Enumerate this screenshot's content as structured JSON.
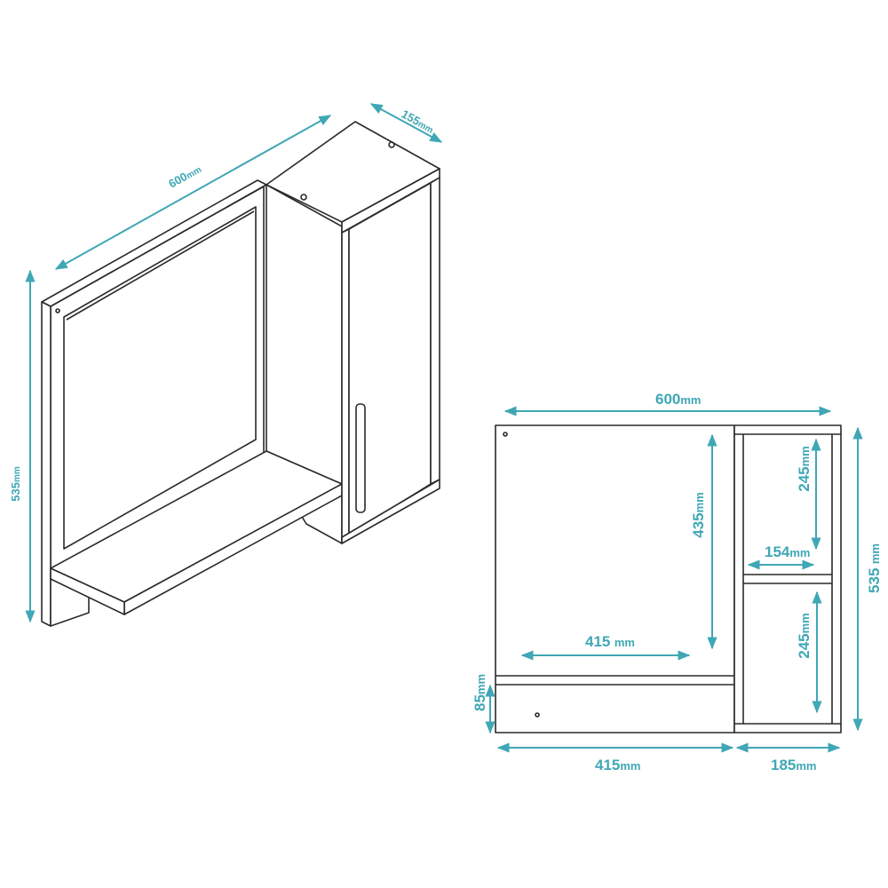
{
  "colors": {
    "dimension": "#3fa7b5",
    "outline": "#2a2a2a"
  },
  "isometric_view": {
    "width": {
      "value": "600",
      "unit": "mm"
    },
    "depth": {
      "value": "155",
      "unit": "mm"
    },
    "height": {
      "value": "535",
      "unit": "mm"
    }
  },
  "front_view": {
    "total_width": {
      "value": "600",
      "unit": "mm"
    },
    "mirror_height": {
      "value": "435",
      "unit": "mm"
    },
    "mirror_width": {
      "value": "415",
      "unit": "mm"
    },
    "shelf_height_top": {
      "value": "245",
      "unit": "mm"
    },
    "shelf_inner_width": {
      "value": "154",
      "unit": "mm"
    },
    "shelf_height_bottom": {
      "value": "245",
      "unit": "mm"
    },
    "total_height": {
      "value": "535",
      "unit": "mm"
    },
    "base_height": {
      "value": "85",
      "unit": "mm"
    },
    "left_width": {
      "value": "415",
      "unit": "mm"
    },
    "right_width": {
      "value": "185",
      "unit": "mm"
    }
  }
}
